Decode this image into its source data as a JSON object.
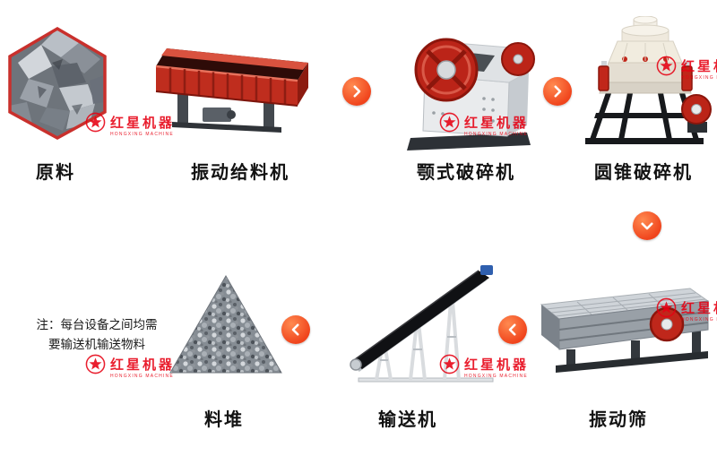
{
  "page": {
    "background": "#ffffff"
  },
  "colors": {
    "arrow_orange": "#f0441c",
    "label_text": "#121212",
    "brand_red": "#e60012",
    "machine_red": "#bf2d1e"
  },
  "watermark": {
    "brand_cn": "红星机器",
    "brand_en": "HONGXING MACHINE"
  },
  "note": {
    "line1": "注：每台设备之间均需",
    "line2": "要输送机输送物料"
  },
  "flow": {
    "top_row": [
      {
        "label": "原料",
        "icon": "raw-material-hexagon-icon"
      },
      {
        "label": "振动给料机",
        "icon": "vibrating-feeder-icon"
      },
      {
        "label": "颚式破碎机",
        "icon": "jaw-crusher-icon"
      },
      {
        "label": "圆锥破碎机",
        "icon": "cone-crusher-icon"
      }
    ],
    "bottom_row": [
      {
        "label": "料堆",
        "icon": "stockpile-icon"
      },
      {
        "label": "输送机",
        "icon": "belt-conveyor-icon"
      },
      {
        "label": "振动筛",
        "icon": "vibrating-screen-icon"
      }
    ],
    "arrows": [
      {
        "from": "振动给料机",
        "to": "颚式破碎机",
        "direction": "right"
      },
      {
        "from": "颚式破碎机",
        "to": "圆锥破碎机",
        "direction": "right"
      },
      {
        "from": "圆锥破碎机",
        "to": "振动筛",
        "direction": "down"
      },
      {
        "from": "振动筛",
        "to": "输送机",
        "direction": "left"
      },
      {
        "from": "输送机",
        "to": "料堆",
        "direction": "left"
      }
    ]
  }
}
